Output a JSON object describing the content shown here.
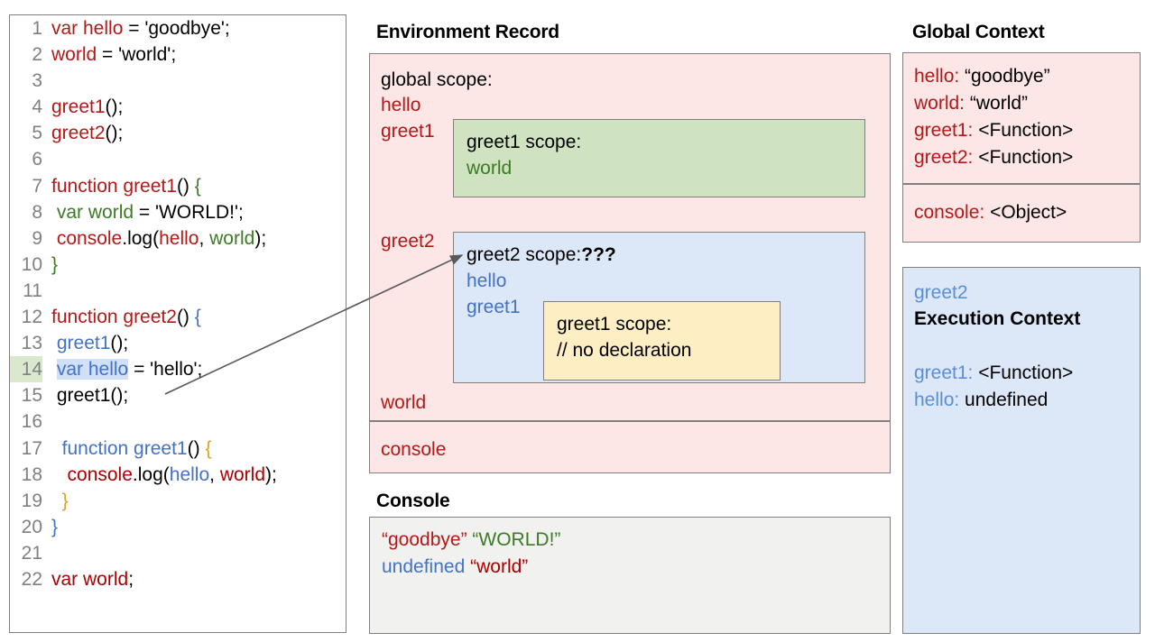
{
  "code_panel": {
    "lines": [
      {
        "n": "1",
        "tokens": [
          {
            "t": "var hello",
            "c": "red"
          },
          {
            "t": " = ",
            "c": "blk"
          },
          {
            "t": "'goodbye';",
            "c": "blk"
          }
        ]
      },
      {
        "n": "2",
        "tokens": [
          {
            "t": "world",
            "c": "red"
          },
          {
            "t": " = 'world';",
            "c": "blk"
          }
        ]
      },
      {
        "n": "3",
        "tokens": []
      },
      {
        "n": "4",
        "tokens": [
          {
            "t": "greet1",
            "c": "red"
          },
          {
            "t": "();",
            "c": "blk"
          }
        ]
      },
      {
        "n": "5",
        "tokens": [
          {
            "t": "greet2",
            "c": "red"
          },
          {
            "t": "();",
            "c": "blk"
          }
        ]
      },
      {
        "n": "6",
        "tokens": []
      },
      {
        "n": "7",
        "tokens": [
          {
            "t": "function greet1",
            "c": "red"
          },
          {
            "t": "() ",
            "c": "blk"
          },
          {
            "t": "{",
            "c": "green"
          }
        ]
      },
      {
        "n": "8",
        "tokens": [
          {
            "t": " ",
            "c": "blk"
          },
          {
            "t": "var world",
            "c": "green"
          },
          {
            "t": " = 'WORLD!';",
            "c": "blk"
          }
        ]
      },
      {
        "n": "9",
        "tokens": [
          {
            "t": " ",
            "c": "blk"
          },
          {
            "t": "console",
            "c": "red"
          },
          {
            "t": ".log(",
            "c": "blk"
          },
          {
            "t": "hello",
            "c": "red"
          },
          {
            "t": ", ",
            "c": "blk"
          },
          {
            "t": "world",
            "c": "green"
          },
          {
            "t": ");",
            "c": "blk"
          }
        ]
      },
      {
        "n": "10",
        "tokens": [
          {
            "t": "}",
            "c": "green"
          }
        ]
      },
      {
        "n": "11",
        "tokens": []
      },
      {
        "n": "12",
        "tokens": [
          {
            "t": "function greet2",
            "c": "red"
          },
          {
            "t": "() ",
            "c": "blk"
          },
          {
            "t": "{",
            "c": "blue"
          }
        ]
      },
      {
        "n": "13",
        "tokens": [
          {
            "t": " ",
            "c": "blk"
          },
          {
            "t": "greet1",
            "c": "blue"
          },
          {
            "t": "();",
            "c": "blk"
          }
        ]
      },
      {
        "n": "14",
        "highlight_number": true,
        "tokens": [
          {
            "t": " ",
            "c": "blk"
          },
          {
            "t": "var hello",
            "c": "blue",
            "sel": true
          },
          {
            "t": " = 'hello';",
            "c": "blk"
          }
        ]
      },
      {
        "n": "15",
        "tokens": [
          {
            "t": " greet1();",
            "c": "blk"
          }
        ]
      },
      {
        "n": "16",
        "tokens": []
      },
      {
        "n": "17",
        "tokens": [
          {
            "t": "  ",
            "c": "blk"
          },
          {
            "t": "function greet1",
            "c": "blue"
          },
          {
            "t": "() ",
            "c": "blk"
          },
          {
            "t": "{",
            "c": "gold"
          }
        ]
      },
      {
        "n": "18",
        "tokens": [
          {
            "t": "   ",
            "c": "blk"
          },
          {
            "t": "console",
            "c": "dred"
          },
          {
            "t": ".log(",
            "c": "blk"
          },
          {
            "t": "hello",
            "c": "blue"
          },
          {
            "t": ", ",
            "c": "blk"
          },
          {
            "t": "world",
            "c": "dred"
          },
          {
            "t": ");",
            "c": "blk"
          }
        ]
      },
      {
        "n": "19",
        "tokens": [
          {
            "t": "  ",
            "c": "blk"
          },
          {
            "t": "}",
            "c": "gold"
          }
        ]
      },
      {
        "n": "20",
        "tokens": [
          {
            "t": "}",
            "c": "blue"
          }
        ]
      },
      {
        "n": "21",
        "tokens": []
      },
      {
        "n": "22",
        "tokens": [
          {
            "t": "var world",
            "c": "dred"
          },
          {
            "t": ";",
            "c": "blk"
          }
        ]
      }
    ]
  },
  "environment_record": {
    "title": "Environment Record",
    "global_scope_label": "global scope:",
    "global_vars": [
      "hello",
      "greet1",
      "greet2",
      "world"
    ],
    "console_entry": "console",
    "greet1_scope": {
      "head": "greet1 scope:",
      "vars": [
        "world"
      ]
    },
    "greet2_scope": {
      "head": "greet2 scope:",
      "head_suffix": "???",
      "vars": [
        "hello",
        "greet1"
      ],
      "nested": {
        "head": "greet1 scope:",
        "note": "// no declaration"
      }
    }
  },
  "console": {
    "title": "Console",
    "lines": [
      [
        {
          "t": "“goodbye”",
          "c": "red"
        },
        {
          "t": " ",
          "c": "blk"
        },
        {
          "t": "“WORLD!”",
          "c": "green"
        }
      ],
      [
        {
          "t": "undefined",
          "c": "blue"
        },
        {
          "t": " ",
          "c": "blk"
        },
        {
          "t": "“world”",
          "c": "dred"
        }
      ]
    ]
  },
  "global_context": {
    "title": "Global Context",
    "bindings": [
      {
        "key": "hello: ",
        "val": "“goodbye”"
      },
      {
        "key": "world: ",
        "val": "“world”"
      },
      {
        "key": "greet1: ",
        "val": "<Function>"
      },
      {
        "key": "greet2: ",
        "val": "<Function>"
      }
    ],
    "object_binding": {
      "key": "console: ",
      "val": "<Object>"
    }
  },
  "execution_context": {
    "name": "greet2",
    "label": "Execution Context",
    "bindings": [
      {
        "key": "greet1: ",
        "val": "<Function>"
      },
      {
        "key": "hello: ",
        "val": "undefined"
      }
    ]
  },
  "colors": {
    "pink_panel": "#fce6e6",
    "green_scope": "#d0e3c0",
    "blue_scope": "#dce7f8",
    "yellow_scope": "#fdeec4",
    "console_bg": "#f1f1ef",
    "red_text": "#b31919",
    "blue_text": "#4472c4",
    "green_text": "#3c7a26",
    "line_number": "#808080",
    "selection": "#cfe0f8",
    "line_highlight": "#d9e8cf"
  }
}
